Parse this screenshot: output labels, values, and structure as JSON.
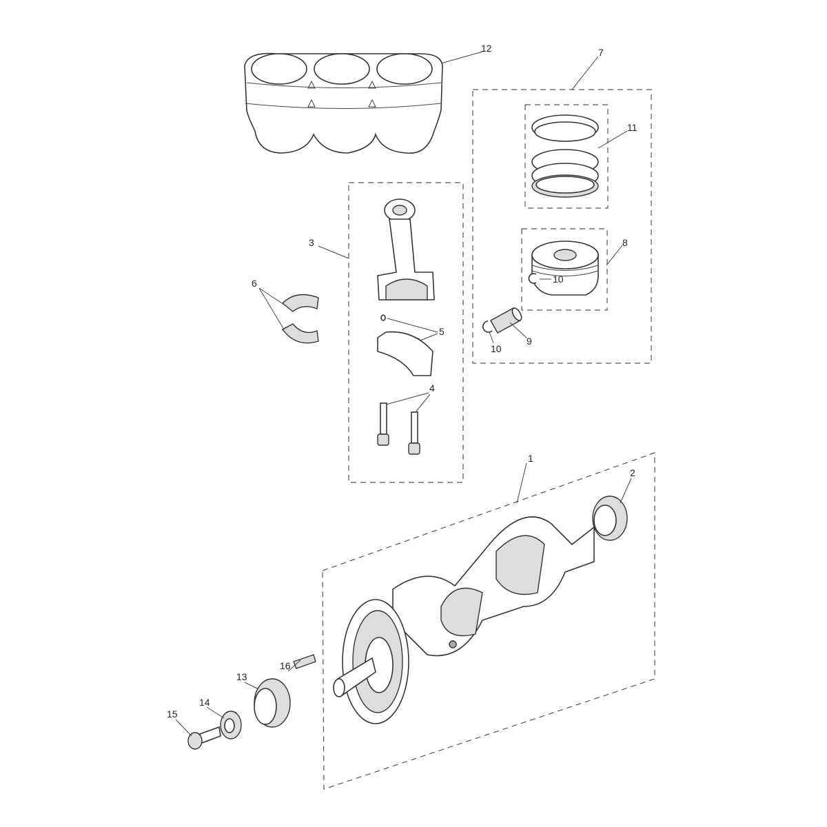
{
  "title": "Crankshaft, Connecting Rods, Pistons and Liners",
  "callouts": {
    "c1": "1",
    "c2": "2",
    "c3": "3",
    "c4": "4",
    "c5": "5",
    "c6": "6",
    "c7": "7",
    "c8": "8",
    "c9": "9",
    "c10a": "10",
    "c10b": "10",
    "c11": "11",
    "c12": "12",
    "c13": "13",
    "c14": "14",
    "c15": "15",
    "c16": "16"
  }
}
